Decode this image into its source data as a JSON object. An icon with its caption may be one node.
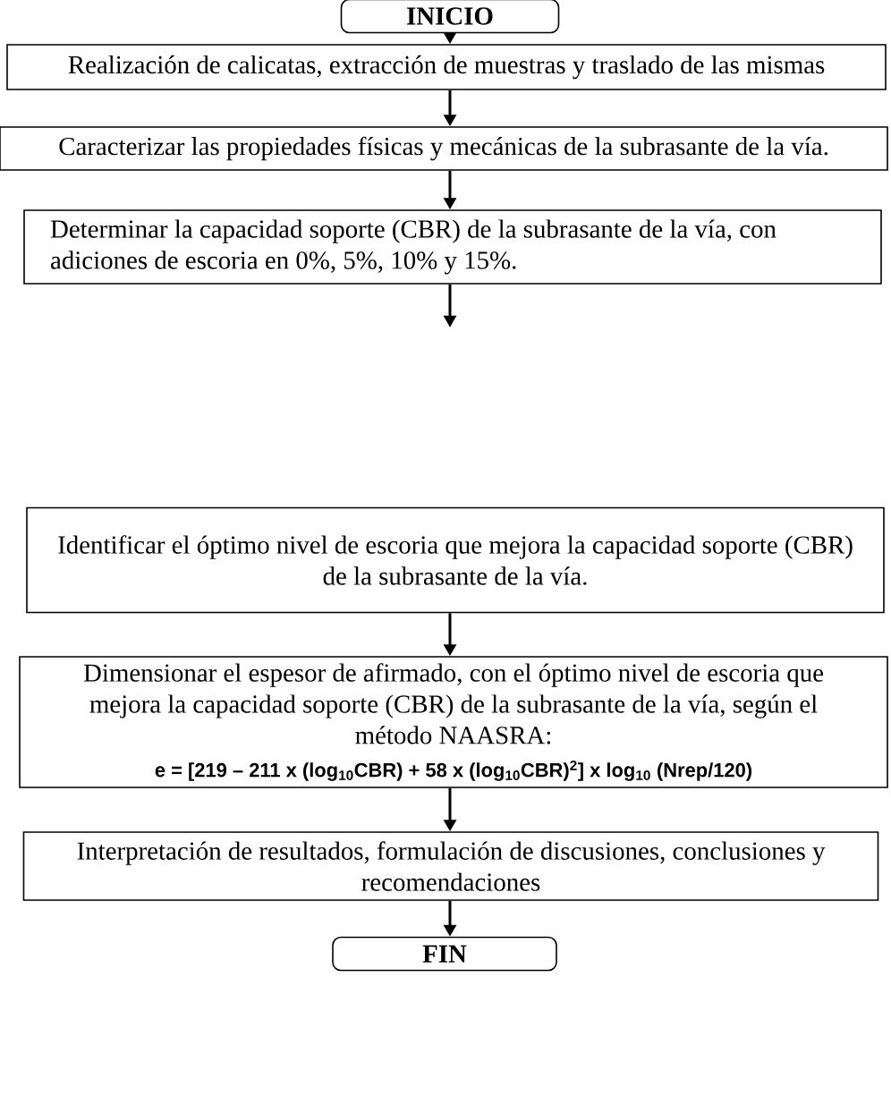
{
  "diagram": {
    "nodes": [
      {
        "text": [
          "INICIO"
        ]
      },
      {
        "text": [
          "Realización de calicatas, extracción de muestras y traslado de las mismas"
        ]
      },
      {
        "text": [
          "Caracterizar las propiedades físicas y mecánicas de la subrasante de la vía."
        ]
      },
      {
        "text": [
          "Determinar la capacidad soporte (CBR) de la subrasante de la vía, con adiciones de escoria en 0%, 5%, 10% y 15%."
        ]
      },
      {
        "text": [
          "Identificar el óptimo nivel de escoria que mejora la capacidad soporte (CBR) de la subrasante de la vía."
        ]
      },
      {
        "text": [
          "Dimensionar el espesor de afirmado, con el óptimo nivel de escoria que mejora la capacidad soporte (CBR) de la subrasante de la vía, según el método NAASRA:",
          "e = [219 – 211 x (log$_{10}$CBR) + 58 x (log$_{10}$CBR)$^{2}$] x log$_{10}$ (Nrep/120)"
        ]
      },
      {
        "text": [
          "Interpretación de resultados, formulación de discusiones, conclusiones y recomendaciones"
        ]
      },
      {
        "text": [
          "FIN"
        ]
      }
    ],
    "edges": [
      {
        "from": 0,
        "to": 1,
        "arrow": "to"
      },
      {
        "from": 1,
        "to": 2,
        "arrow": "to"
      },
      {
        "from": 2,
        "to": 3,
        "arrow": "to"
      },
      {
        "from": 3,
        "to": null,
        "arrow": "to"
      },
      {
        "from": 4,
        "to": 5,
        "arrow": "to"
      },
      {
        "from": 5,
        "to": 6,
        "arrow": "to"
      },
      {
        "from": 6,
        "to": 7,
        "arrow": "to"
      }
    ]
  }
}
